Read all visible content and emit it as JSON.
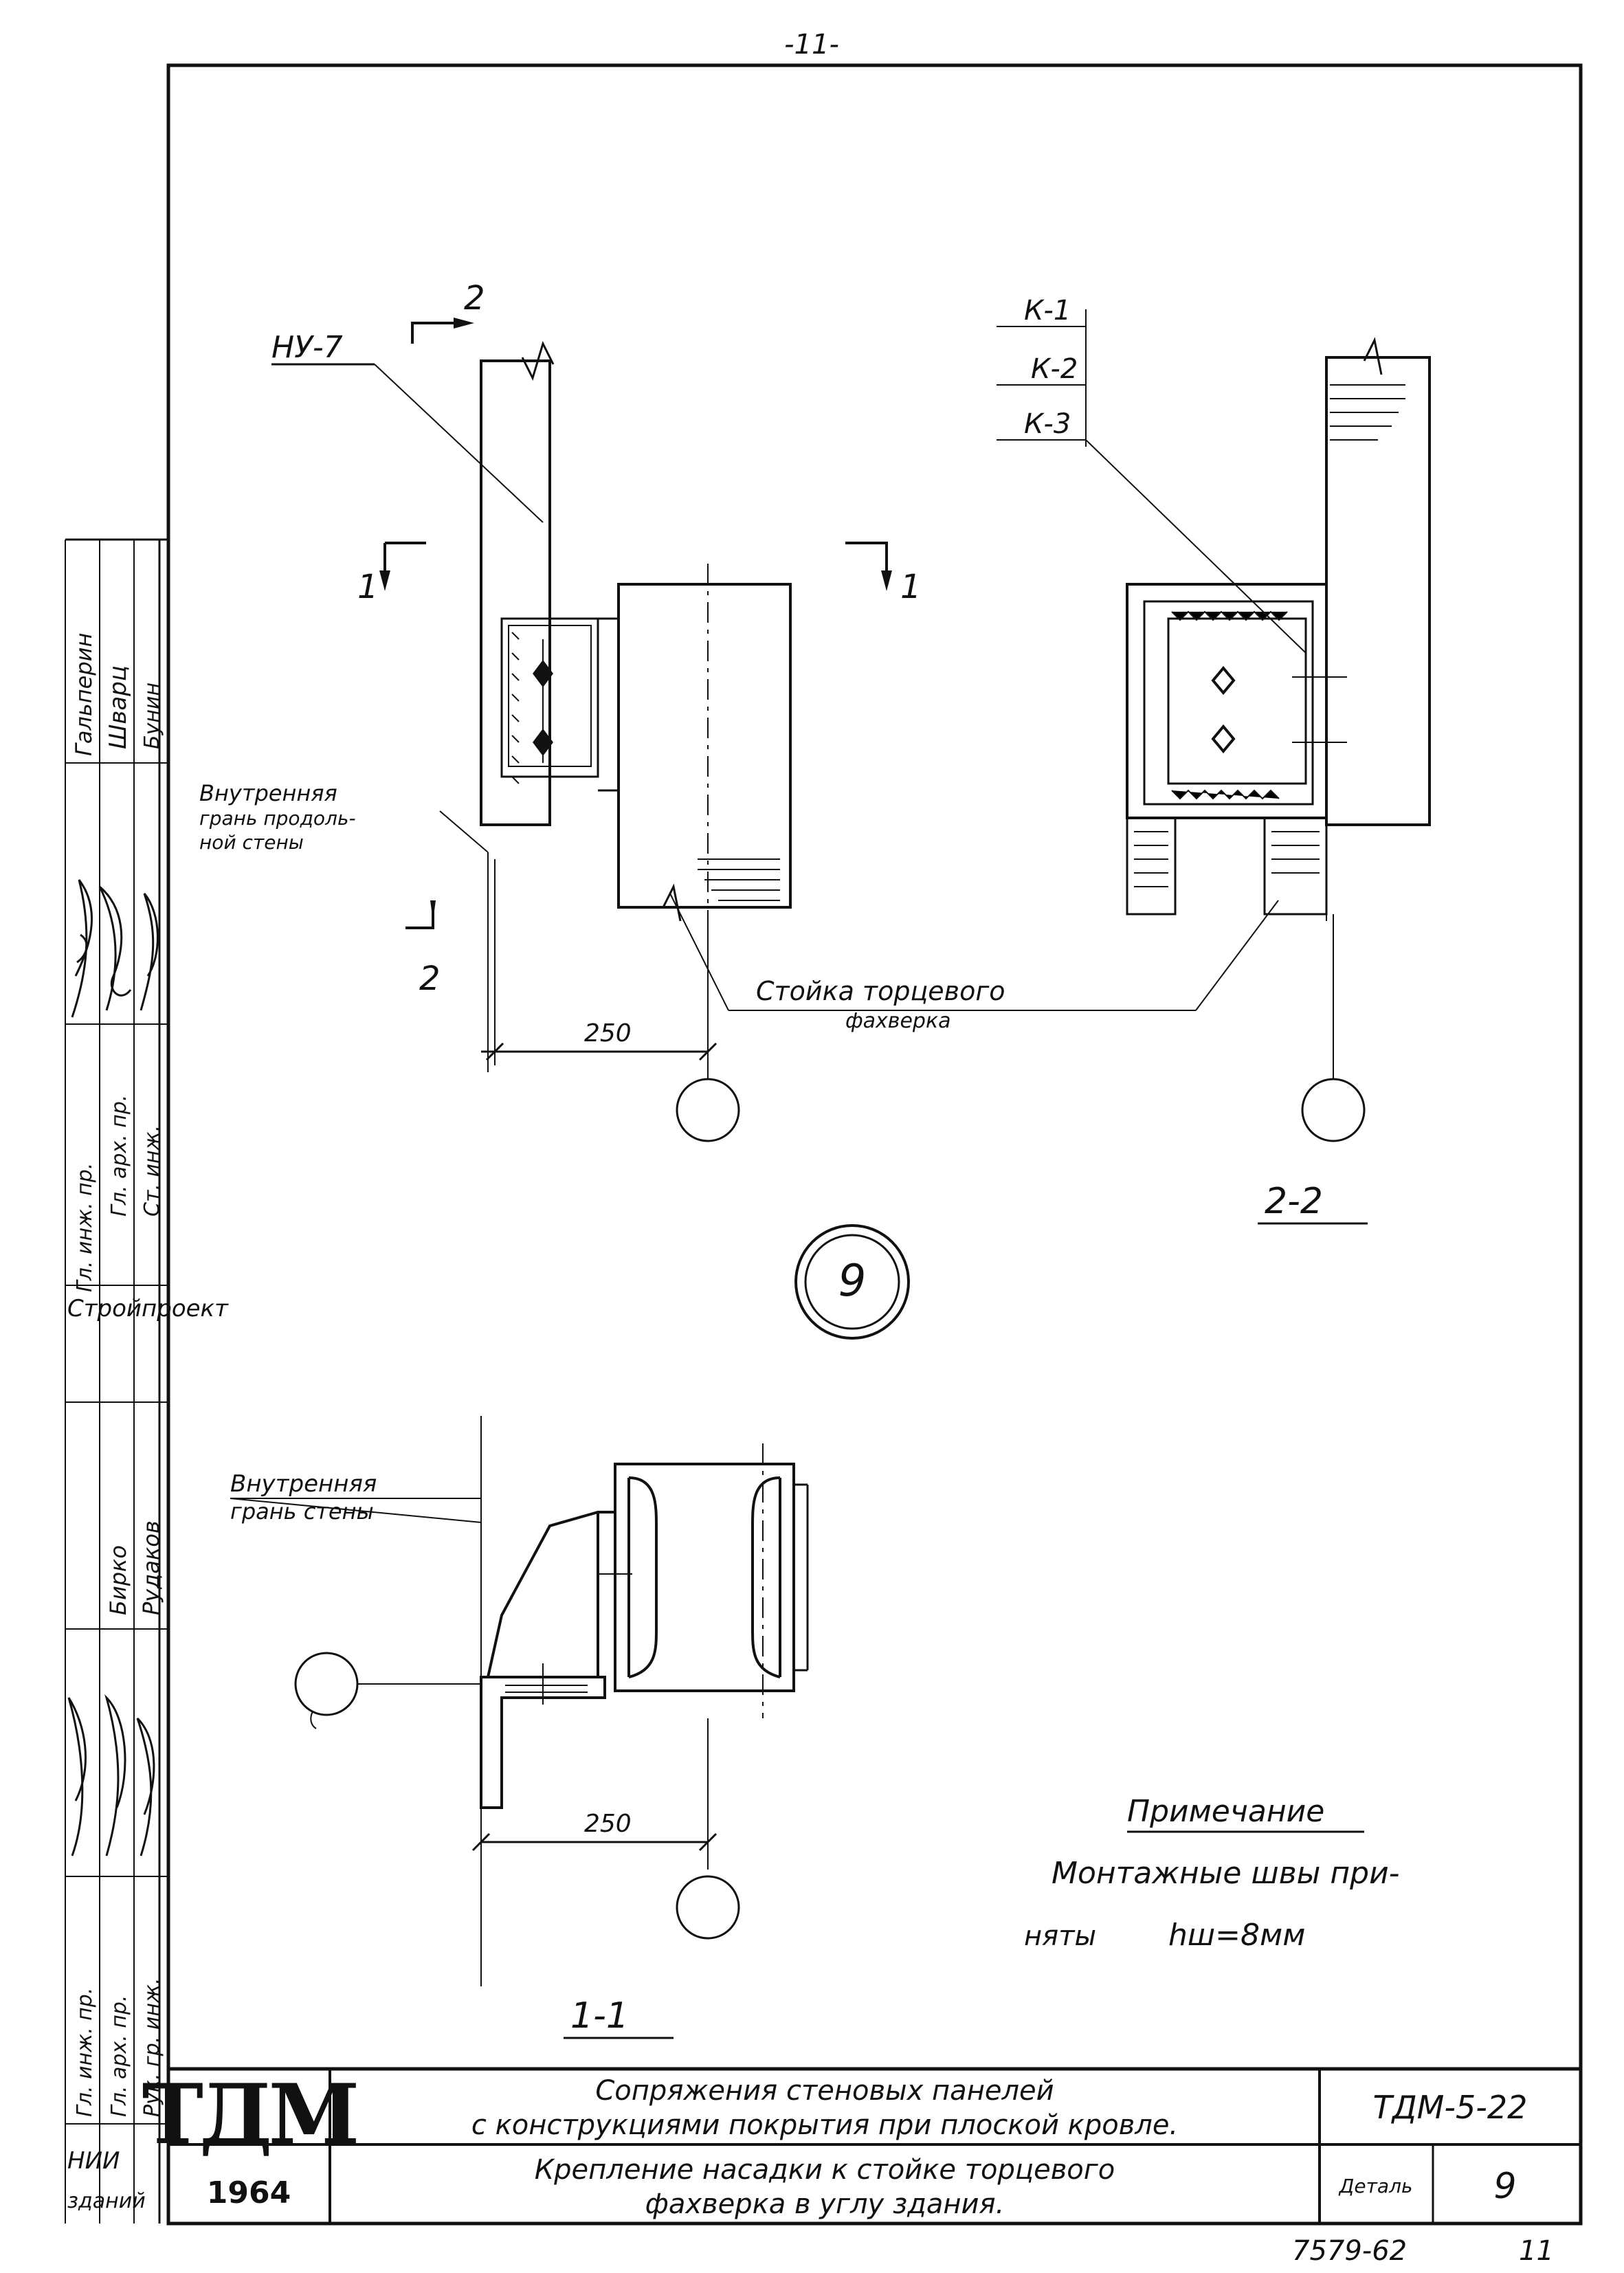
{
  "page_number": "-11-",
  "sheet": {
    "project_code": "ТДМ",
    "year": "1964",
    "title_line1": "Сопряжения стеновых панелей",
    "title_line2": "с конструкциями покрытия при плоской кровле.",
    "subtitle_line1": "Крепление насадки к стойке торцевого",
    "subtitle_line2": "фахверка в углу здания.",
    "series": "ТДМ-5-22",
    "detail_label": "Деталь",
    "detail_number": "9",
    "inventory_number": "7579-62",
    "sheet_number": "11"
  },
  "detail_marker": "9",
  "drawing": {
    "section_mark_2": "2",
    "section_mark_1": "1",
    "element_ny7": "НУ-7",
    "inner_face_longitudinal": [
      "Внутренняя",
      "грань продоль-",
      "ной стены"
    ],
    "end_post_label": [
      "Стойка торцевого",
      "фахверка"
    ],
    "dim_top": "250",
    "dim_bottom": "250",
    "k_labels": [
      "К-1",
      "К-2",
      "К-3"
    ],
    "section_22_title": "2-2",
    "section_11_title": "1-1",
    "inner_face_wall": [
      "Внутренняя",
      "грань стены"
    ]
  },
  "note": {
    "title": "Примечание",
    "line1": "Монтажные швы при-",
    "line2_prefix": "няты",
    "line2_value": "hш=8мм"
  },
  "side_stamp": {
    "roles": [
      "Гл. инж. пр.",
      "Гл. арх. пр.",
      "Ст. инж.",
      "Гл. инж. пр.",
      "Гл. арх. пр.",
      "Рук. гр. инж."
    ],
    "names": [
      "Гальперин",
      "Шварц",
      "Бунин",
      "Бирко",
      "Рудаков"
    ],
    "org": [
      "Стройпроект",
      "НИИ",
      "зданий"
    ]
  }
}
